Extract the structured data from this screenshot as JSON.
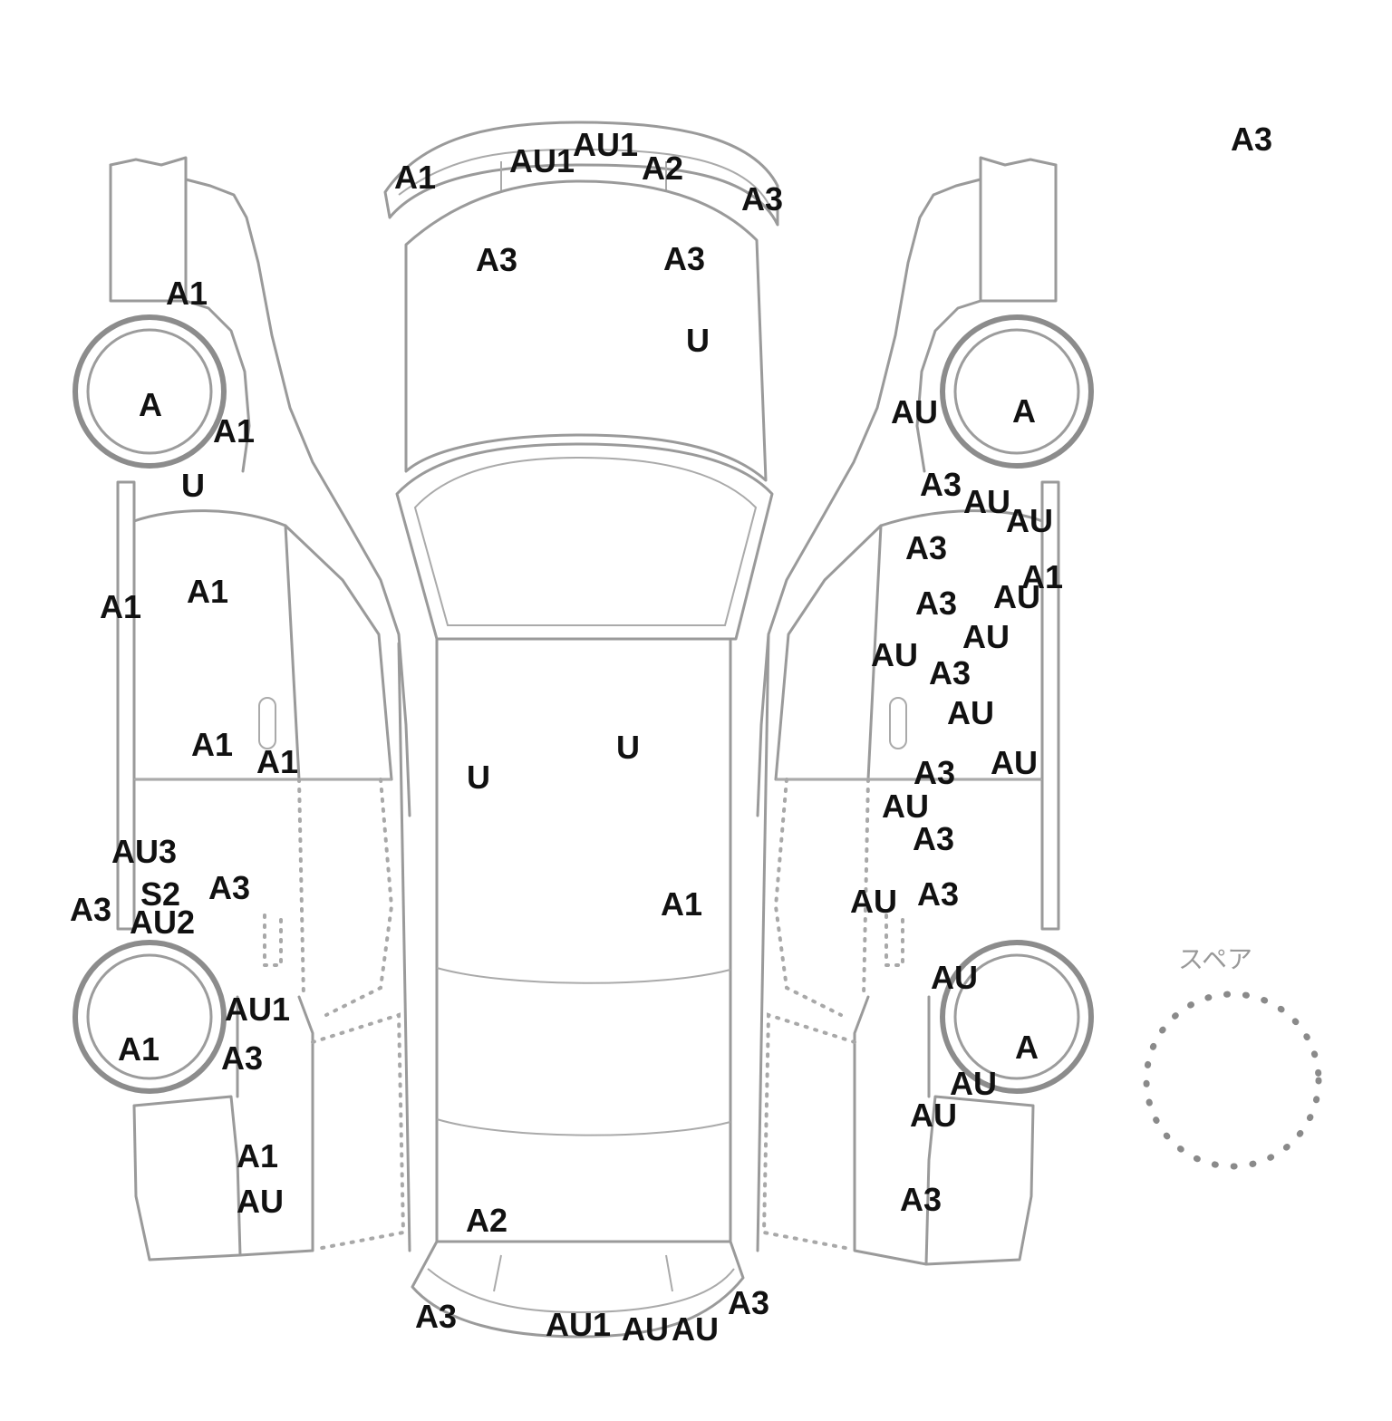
{
  "diagram": {
    "spare_label": "スペア",
    "codes": [
      "A3",
      "AU1",
      "AU1",
      "A2",
      "A1",
      "A3",
      "A3",
      "A3",
      "U",
      "A1",
      "A",
      "A1",
      "U",
      "A1",
      "A1",
      "A1",
      "A1",
      "AU3",
      "S2",
      "A3",
      "A3",
      "AU2",
      "A1",
      "AU1",
      "A3",
      "A1",
      "AU",
      "AU",
      "A",
      "A3",
      "AU",
      "AU",
      "A3",
      "A1",
      "A3",
      "AU",
      "AU",
      "AU",
      "A3",
      "AU",
      "A3",
      "AU",
      "AU",
      "A3",
      "A3",
      "AU",
      "A3",
      "AU",
      "A",
      "AU",
      "AU",
      "A3",
      "U",
      "U",
      "A1",
      "A2",
      "A3",
      "AU1",
      "AU",
      "AU",
      "A3"
    ]
  }
}
